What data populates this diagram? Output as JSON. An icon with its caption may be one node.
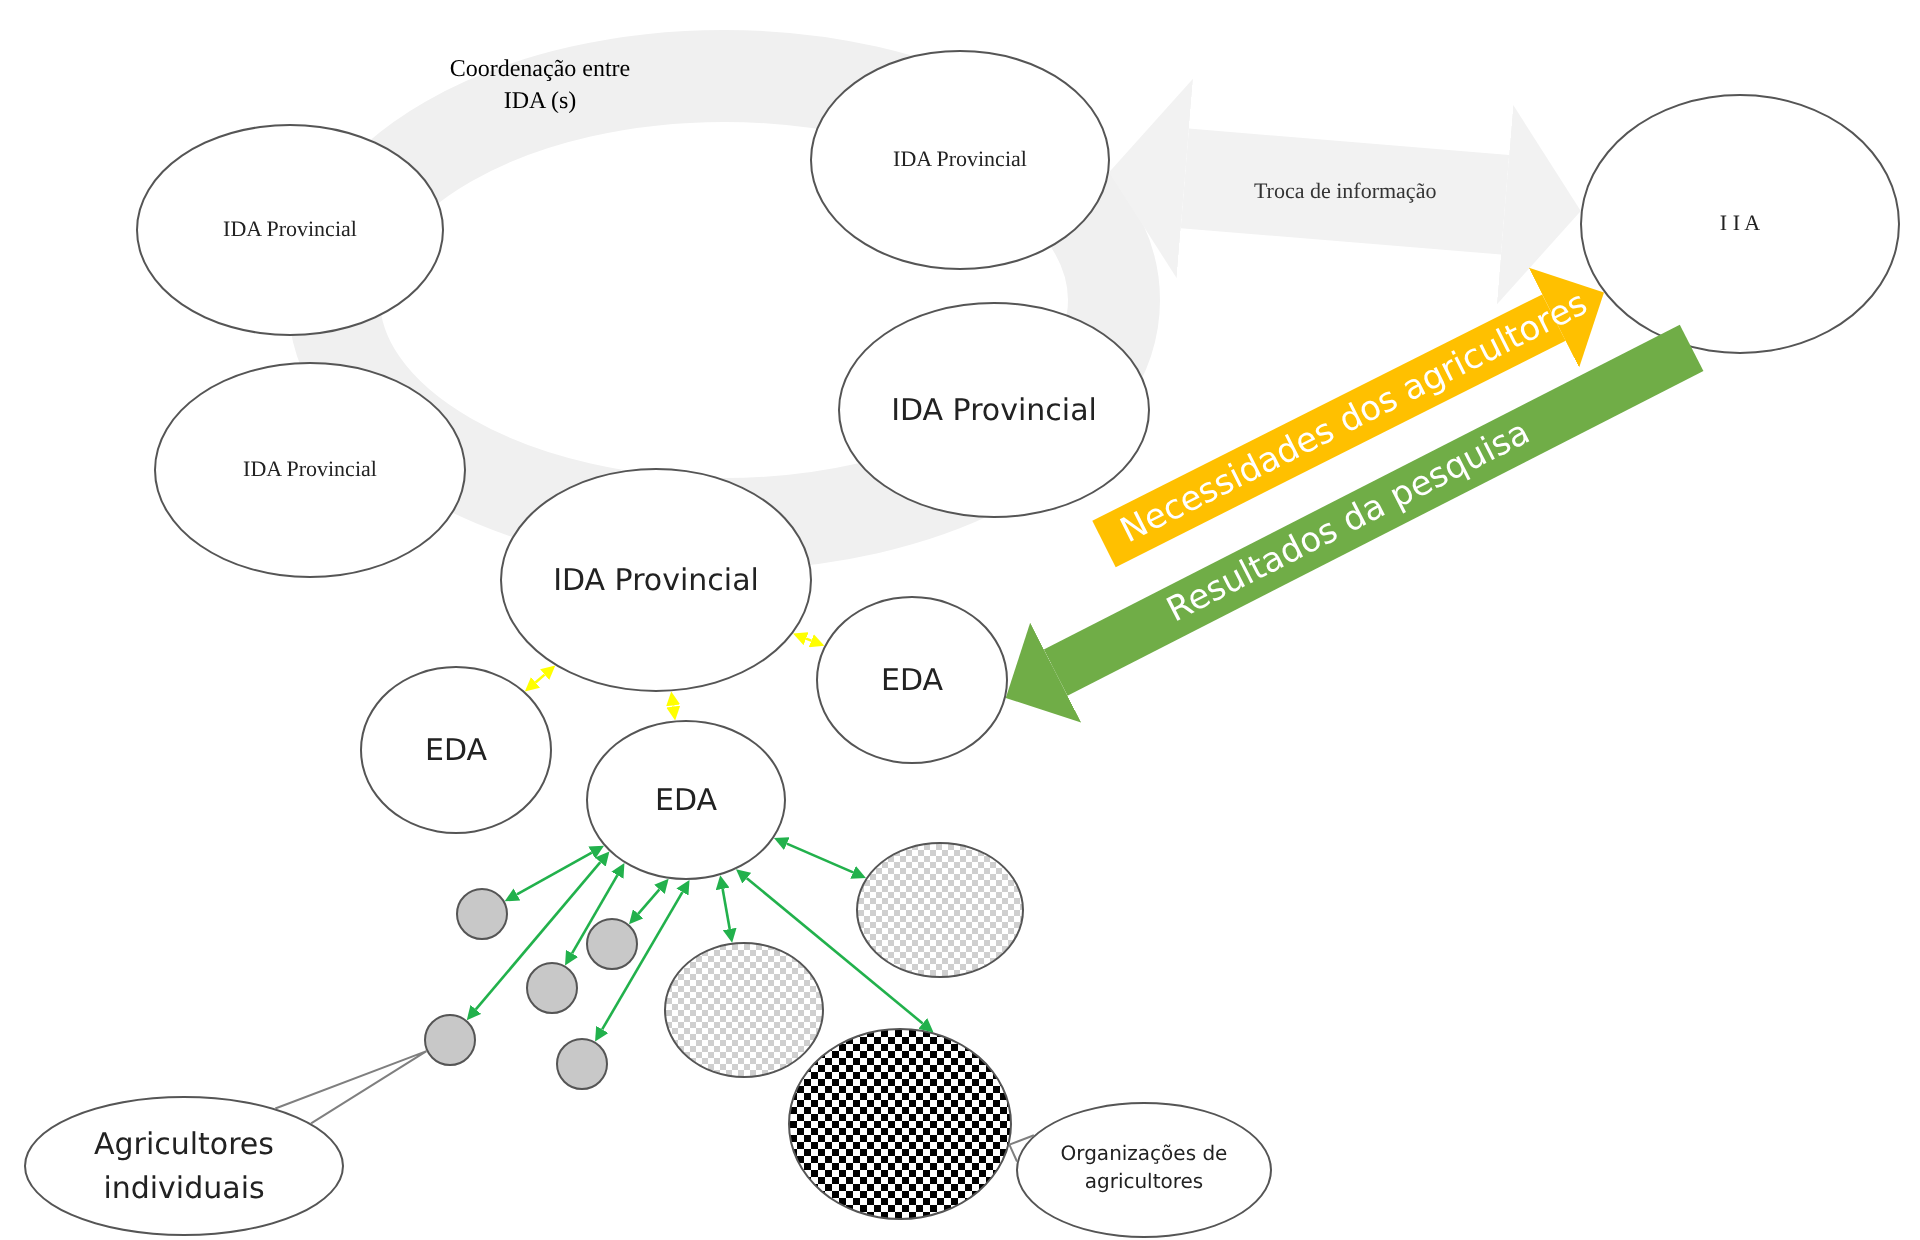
{
  "diagram": {
    "nodes": [
      {
        "text": [
          "IDA Provincial"
        ]
      },
      {
        "text": [
          "IDA Provincial"
        ]
      },
      {
        "text": [
          "I I A"
        ]
      },
      {
        "text": [
          "IDA Provincial"
        ]
      },
      {
        "text": [
          "IDA Provincial"
        ]
      },
      {
        "text": [
          "IDA Provincial"
        ]
      },
      {
        "text": [
          "EDA"
        ]
      },
      {
        "text": [
          "EDA"
        ]
      },
      {
        "text": [
          "EDA"
        ]
      },
      {
        "text": [],
        "shape": "circle"
      },
      {
        "text": [],
        "shape": "circle"
      },
      {
        "text": [],
        "shape": "circle"
      },
      {
        "text": [],
        "shape": "circle"
      },
      {
        "text": [],
        "shape": "circle"
      },
      {
        "text": [],
        "shape": "circle"
      },
      {
        "text": [],
        "shape": "circle"
      },
      {
        "text": [],
        "shape": "circle"
      },
      {
        "text": [
          "Agricultores individuais"
        ]
      },
      {
        "text": [
          "Organizações de agricultores"
        ]
      }
    ],
    "edges": [
      {
        "from": 1,
        "to": 2,
        "arrow": "both",
        "label": "Troca de informação",
        "style": "thick",
        "color": "#f2f2f2"
      },
      {
        "from": null,
        "to": 2,
        "arrow": "to",
        "label": "Necessidades dos agricultores",
        "style": "thick",
        "color": "#ffc000"
      },
      {
        "from": 2,
        "to": 7,
        "arrow": "to",
        "label": "Resultados da pesquisa",
        "style": "thick",
        "color": "#70ad47"
      },
      {
        "from": 5,
        "to": 6,
        "arrow": "both",
        "color": "#ffff00"
      },
      {
        "from": 5,
        "to": 8,
        "arrow": "both",
        "color": "#ffff00"
      },
      {
        "from": 5,
        "to": 7,
        "arrow": "both",
        "color": "#ffff00"
      },
      {
        "from": 8,
        "to": 9,
        "arrow": "both"
      },
      {
        "from": 8,
        "to": 10,
        "arrow": "both"
      },
      {
        "from": 8,
        "to": 11,
        "arrow": "both"
      },
      {
        "from": 8,
        "to": 12,
        "arrow": "both"
      },
      {
        "from": 8,
        "to": 13,
        "arrow": "both"
      },
      {
        "from": 8,
        "to": 14,
        "arrow": "both"
      },
      {
        "from": 8,
        "to": 15,
        "arrow": "both"
      },
      {
        "from": 8,
        "to": 16,
        "arrow": "both"
      },
      {
        "from": 17,
        "to": 12,
        "arrow": "none",
        "color": "#7f7f7f"
      },
      {
        "from": 18,
        "to": 16,
        "arrow": "none",
        "color": "#7f7f7f"
      }
    ],
    "labels": [
      "Coordenação entre IDA (s)"
    ]
  }
}
